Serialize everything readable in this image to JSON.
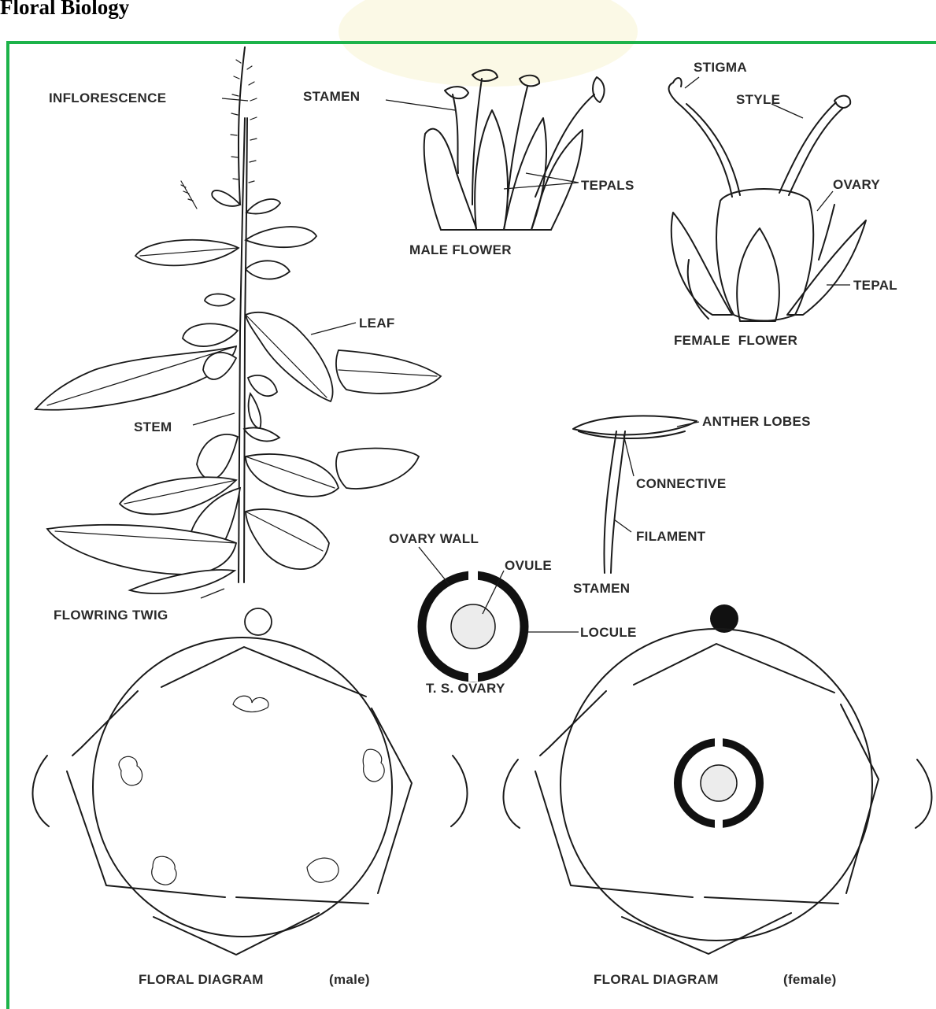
{
  "title": "Floral Biology",
  "labels": {
    "inflorescence": "INFLORESCENCE",
    "stamen_male": "STAMEN",
    "tepals": "TEPALS",
    "male_flower": "MALE FLOWER",
    "stigma": "STIGMA",
    "style": "STYLE",
    "ovary": "OVARY",
    "tepal": "TEPAL",
    "female_flower": "FEMALE  FLOWER",
    "leaf": "LEAF",
    "stem": "STEM",
    "anther_lobes": "ANTHER LOBES",
    "connective": "CONNECTIVE",
    "filament": "FILAMENT",
    "ovary_wall": "OVARY WALL",
    "ovule": "OVULE",
    "stamen": "STAMEN",
    "locule": "LOCULE",
    "flowering_twig": "FLOWRING TWIG",
    "ts_ovary": "T. S. OVARY",
    "floral_diagram_male": "FLORAL DIAGRAM",
    "male_tag": "(male)",
    "floral_diagram_female": "FLORAL DIAGRAM",
    "female_tag": "(female)"
  },
  "colors": {
    "frame": "#1db34a",
    "ink": "#1a1a1a",
    "watermark": "#fbf9e6"
  }
}
